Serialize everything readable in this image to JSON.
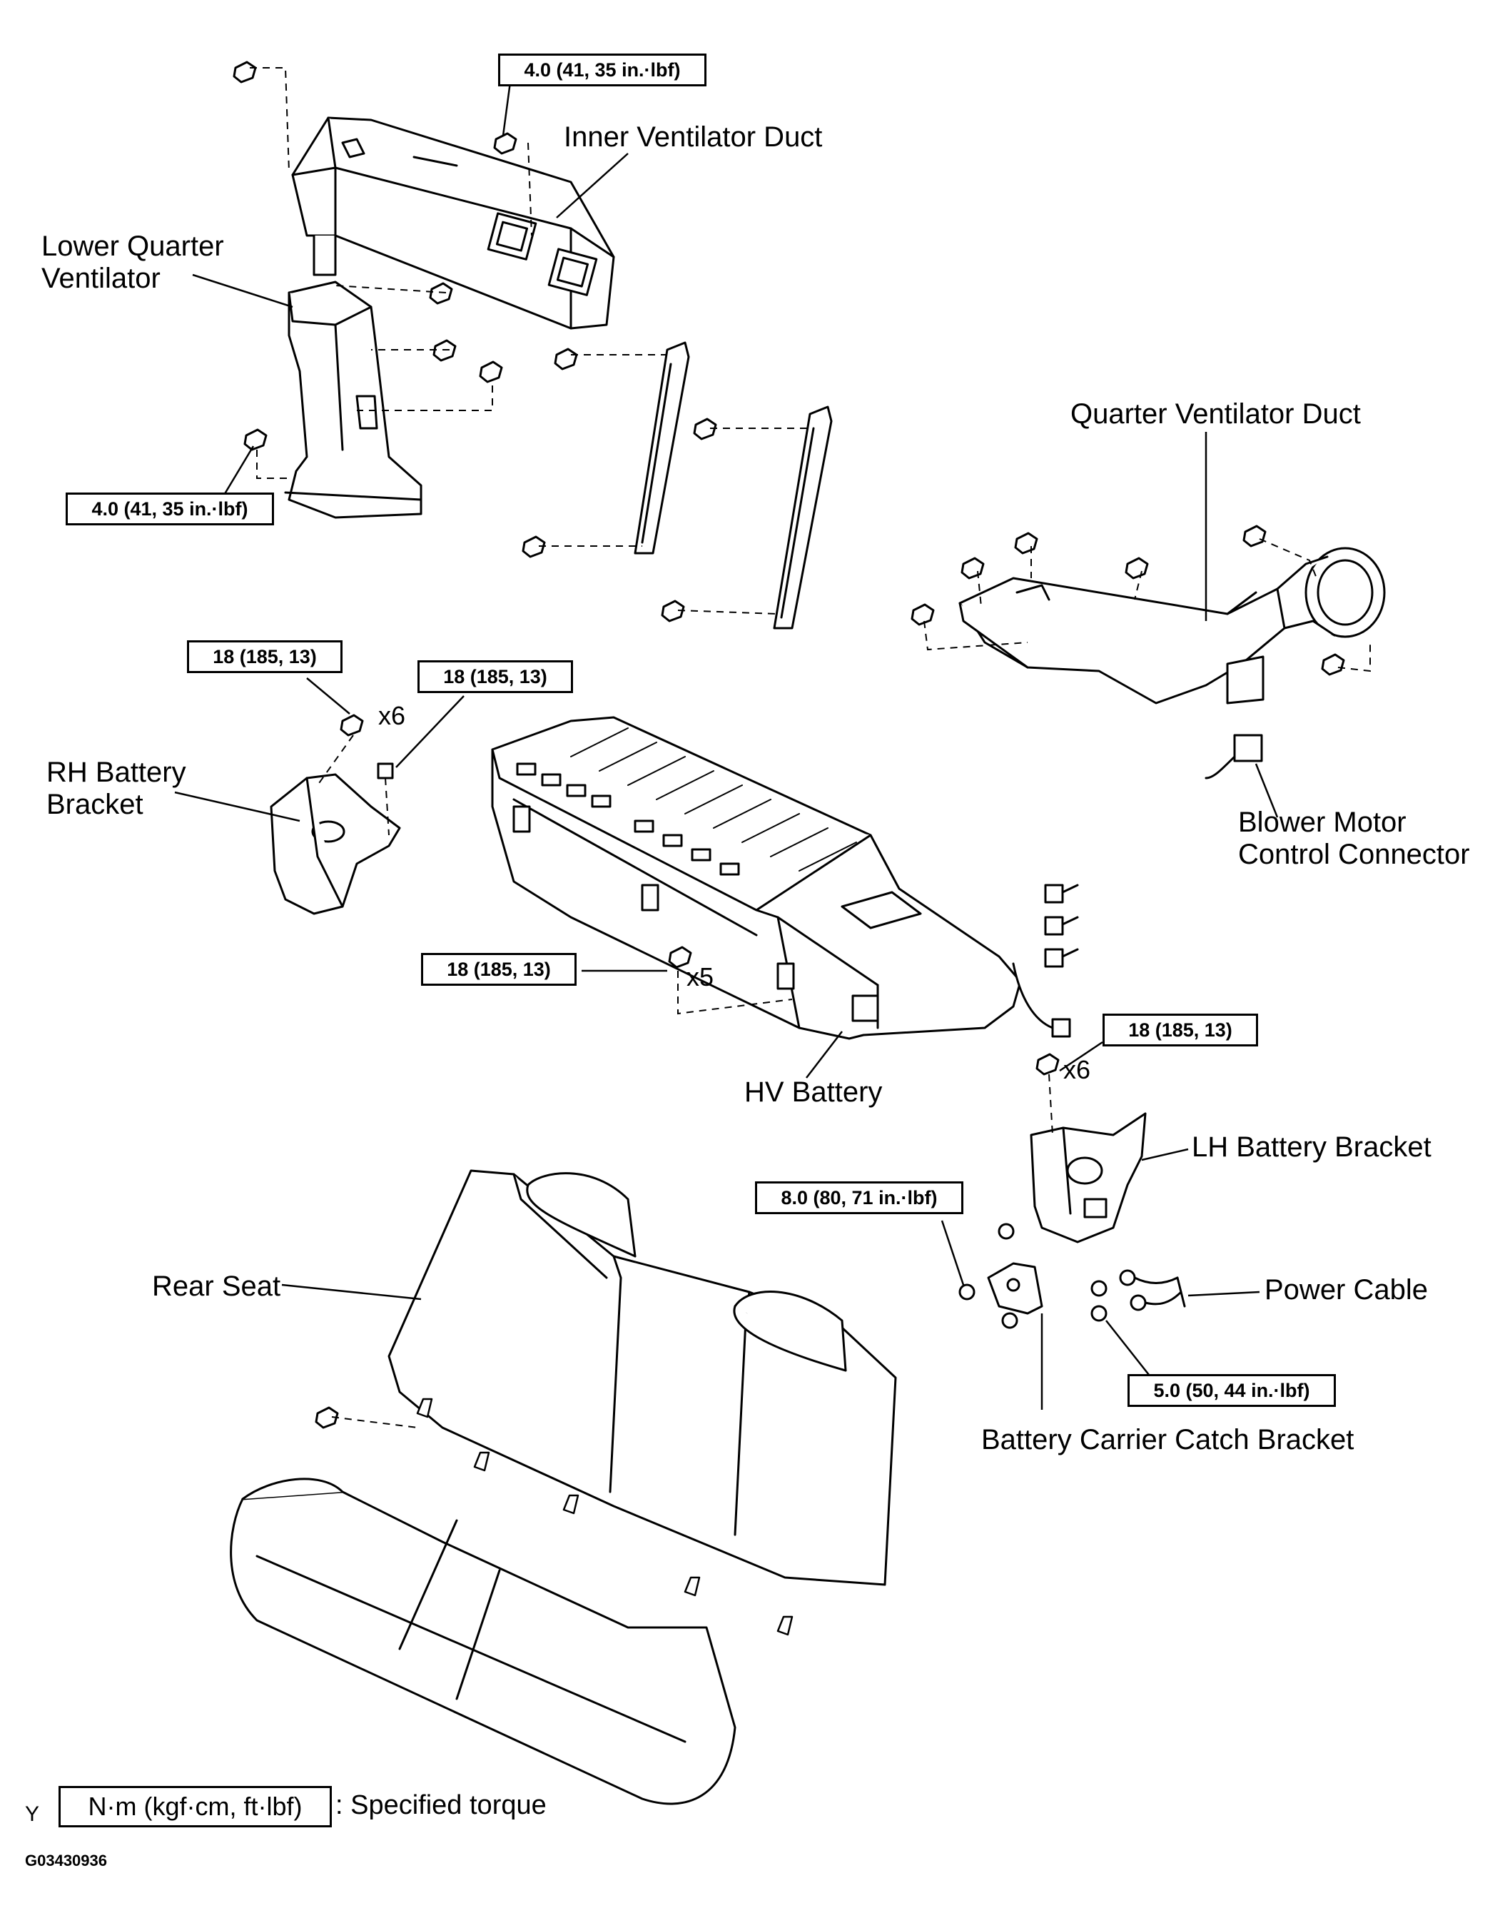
{
  "labels": {
    "inner_ventilator_duct": "Inner Ventilator Duct",
    "lower_quarter_ventilator_line1": "Lower Quarter",
    "lower_quarter_ventilator_line2": "Ventilator",
    "quarter_ventilator_duct": "Quarter Ventilator Duct",
    "rh_battery_bracket_line1": "RH Battery",
    "rh_battery_bracket_line2": "Bracket",
    "blower_motor_line1": "Blower Motor",
    "blower_motor_line2": "Control Connector",
    "hv_battery": "HV Battery",
    "lh_battery_bracket": "LH Battery Bracket",
    "rear_seat": "Rear Seat",
    "power_cable": "Power Cable",
    "battery_carrier_catch_bracket": "Battery Carrier Catch Bracket"
  },
  "torques": {
    "top_duct": "4.0 (41, 35 in.·lbf)",
    "lower_vent": "4.0 (41, 35 in.·lbf)",
    "rh_bracket_bolt": "18 (185, 13)",
    "rh_bracket_nut": "18 (185, 13)",
    "hv_battery_bolt": "18 (185, 13)",
    "lh_bracket_bolt": "18 (185, 13)",
    "catch_bracket_nut": "8.0 (80, 71 in.·lbf)",
    "power_cable_nut": "5.0 (50, 44 in.·lbf)"
  },
  "multipliers": {
    "rh_bracket": "x6",
    "hv_battery": "x5",
    "lh_bracket": "x6"
  },
  "legend": {
    "box_text": "N·m (kgf·cm, ft·lbf)",
    "description": ": Specified torque",
    "corner_mark": "Y"
  },
  "figure_code": "G03430936"
}
